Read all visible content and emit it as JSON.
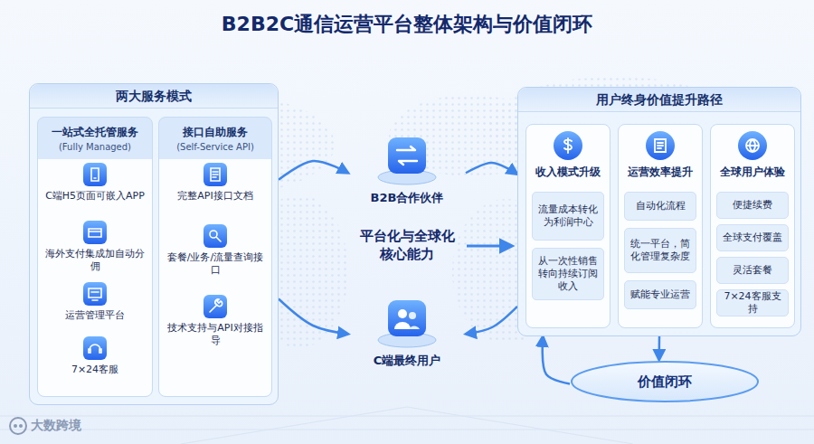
{
  "diagram": {
    "title": "B2B2C通信运营平台整体架构与价值闭环",
    "nodes": [
      {
        "text": [
          "两大服务模式"
        ]
      },
      {
        "text": [
          "一站式全托管服务",
          "(Fully Managed)"
        ],
        "in": 0
      },
      {
        "text": [
          "C端H5页面可嵌入APP"
        ],
        "in": 1
      },
      {
        "text": [
          "海外支付集成加自动分佣"
        ],
        "in": 1
      },
      {
        "text": [
          "运营管理平台"
        ],
        "in": 1
      },
      {
        "text": [
          "7×24客服"
        ],
        "in": 1
      },
      {
        "text": [
          "接口自助服务",
          "(Self-Service API)"
        ],
        "in": 0
      },
      {
        "text": [
          "完整API接口文档"
        ],
        "in": 6
      },
      {
        "text": [
          "套餐/业务/流量查询接口"
        ],
        "in": 6
      },
      {
        "text": [
          "技术支持与API对接指导"
        ],
        "in": 6
      },
      {
        "text": [
          "B2B合作伙伴"
        ]
      },
      {
        "text": [
          "C端最终用户"
        ]
      },
      {
        "text": [
          "用户终身价值提升路径"
        ]
      },
      {
        "text": [
          "收入模式升级"
        ],
        "in": 12
      },
      {
        "text": [
          "流量成本转化为利润中心"
        ],
        "in": 13
      },
      {
        "text": [
          "从一次性销售转向持续订阅收入"
        ],
        "in": 13
      },
      {
        "text": [
          "运营效率提升"
        ],
        "in": 12
      },
      {
        "text": [
          "自动化流程"
        ],
        "in": 16
      },
      {
        "text": [
          "统一平台，简化管理复杂度"
        ],
        "in": 16
      },
      {
        "text": [
          "赋能专业运营"
        ],
        "in": 16
      },
      {
        "text": [
          "全球用户体验"
        ],
        "in": 12
      },
      {
        "text": [
          "便捷续费"
        ],
        "in": 20
      },
      {
        "text": [
          "全球支付覆盖"
        ],
        "in": 20
      },
      {
        "text": [
          "灵活套餐"
        ],
        "in": 20
      },
      {
        "text": [
          "7×24客服支持"
        ],
        "in": 20
      },
      {
        "text": [
          "价值闭环"
        ]
      }
    ],
    "edges": [
      {
        "from": 0,
        "to": 10,
        "arrow": "to"
      },
      {
        "from": 0,
        "to": 11,
        "arrow": "to"
      },
      {
        "from": 10,
        "to": 12,
        "arrow": "to"
      },
      {
        "from": 12,
        "to": 11,
        "arrow": "to"
      },
      {
        "from": 12,
        "to": 25,
        "arrow": "to"
      },
      {
        "from": 25,
        "to": 12,
        "arrow": "to"
      }
    ],
    "labels": [
      "平台化与全球化核心能力",
      "大数跨境"
    ]
  }
}
